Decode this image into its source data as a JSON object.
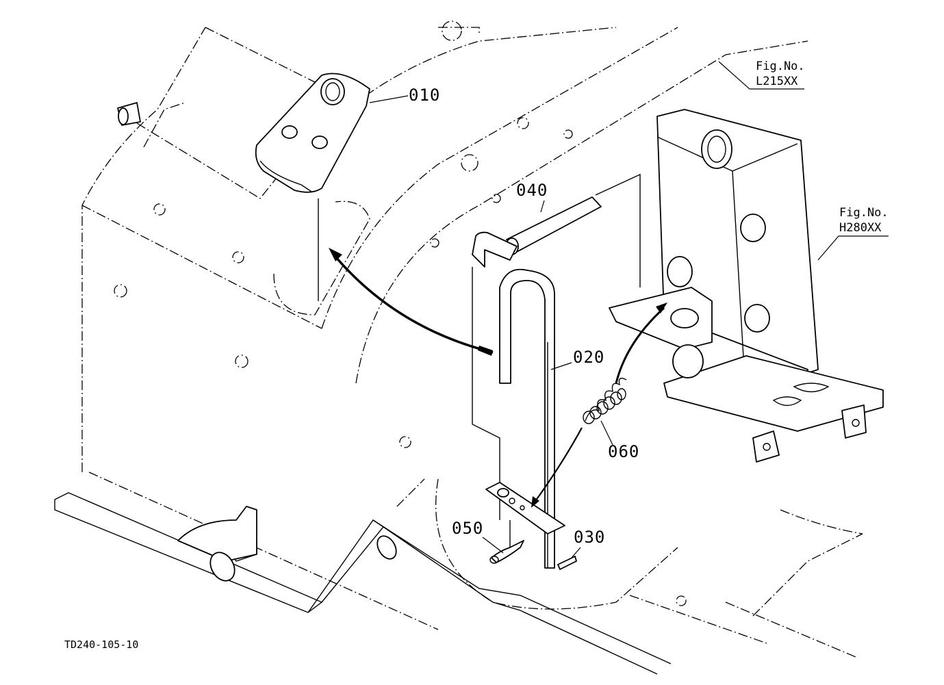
{
  "parts": {
    "p010": "010",
    "p020": "020",
    "p030": "030",
    "p040": "040",
    "p050": "050",
    "p060": "060"
  },
  "references": {
    "ref1_line1": "Fig.No.",
    "ref1_line2": "L215XX",
    "ref2_line1": "Fig.No.",
    "ref2_line2": "H280XX"
  },
  "drawing_code": "TD240-105-10"
}
